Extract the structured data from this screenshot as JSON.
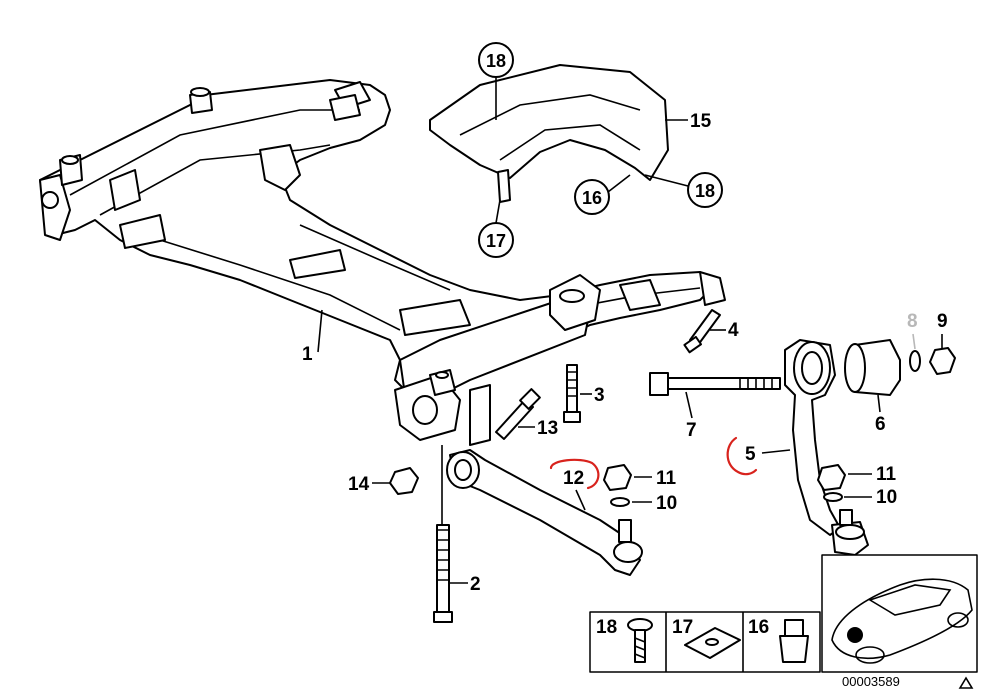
{
  "diagram_id": "00003589",
  "callouts": {
    "c1": "1",
    "c2": "2",
    "c3": "3",
    "c4": "4",
    "c5": "5",
    "c6": "6",
    "c7": "7",
    "c8": "8",
    "c9": "9",
    "c10a": "10",
    "c10b": "10",
    "c11a": "11",
    "c11b": "11",
    "c12": "12",
    "c13": "13",
    "c14": "14",
    "c15": "15",
    "c16": "16",
    "c17": "17",
    "c18a": "18",
    "c18b": "18"
  },
  "legend": {
    "k18": "18",
    "k17": "17",
    "k16": "16"
  },
  "colors": {
    "ink": "#000000",
    "highlight": "#d8231d",
    "dimmed_callout": "#b8b8b8"
  }
}
